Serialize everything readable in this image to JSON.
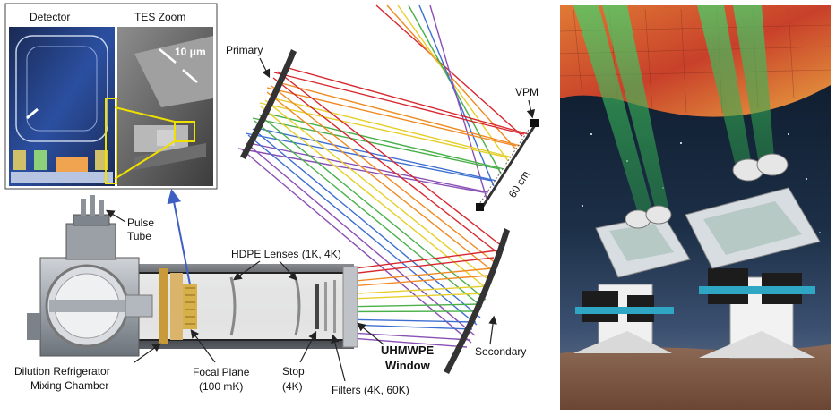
{
  "diagram": {
    "inset_labels": {
      "detector": "Detector",
      "tes_zoom": "TES Zoom",
      "scale": "10 μm"
    },
    "labels": {
      "primary": "Primary",
      "vpm": "VPM",
      "vpm_size": "60 cm",
      "pulse_tube_line1": "Pulse",
      "pulse_tube_line2": "Tube",
      "hdpe_lenses": "HDPE Lenses (1K, 4K)",
      "secondary": "Secondary",
      "window_line1": "UHMWPE",
      "window_line2": "Window",
      "dilution_line1": "Dilution Refrigerator",
      "dilution_line2": "Mixing Chamber",
      "focal_plane_line1": "Focal Plane",
      "focal_plane_line2": "(100 mK)",
      "stop_line1": "Stop",
      "stop_line2": "(4K)",
      "filters": "Filters (4K, 60K)"
    },
    "ray_colors": [
      "#d7282f",
      "#f08a24",
      "#e6cf2c",
      "#4ab04a",
      "#3d6fd1",
      "#8a4fb5"
    ]
  },
  "render": {
    "sky_color": "#0d1a2b",
    "cmb_color": "#d9632e",
    "beam_color": "#3fbf5a",
    "ground_color": "#8a5a44"
  }
}
